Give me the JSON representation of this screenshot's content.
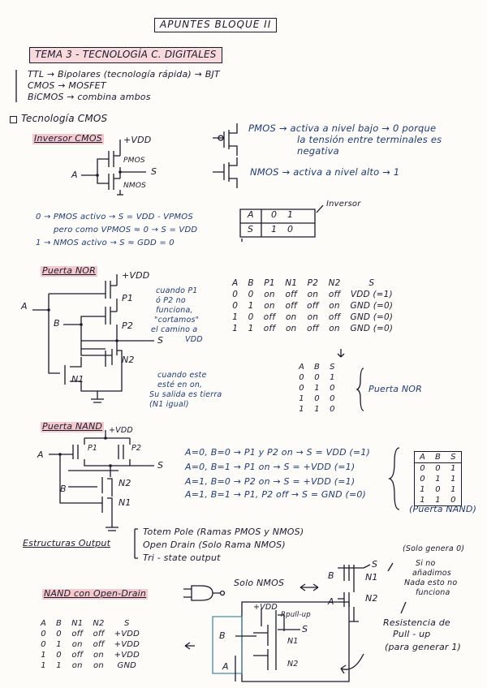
{
  "title": "APUNTES BLOQUE II",
  "tema": "TEMA 3 - TECNOLOGÍA C. DIGITALES",
  "families": [
    "TTL → Bipolares (tecnología rápida) → BJT",
    "CMOS → MOSFET",
    "BiCMOS → combina ambos"
  ],
  "tec_cmos": "Tecnología CMOS",
  "inversor": {
    "heading": "Inversor CMOS",
    "vdd": "+VDD",
    "pmos": "PMOS",
    "nmos": "NMOS",
    "in": "A",
    "out": "S",
    "pmos_desc": [
      "PMOS → activa a nivel bajo → 0 porque",
      "la tensión entre terminales es",
      "negativa"
    ],
    "nmos_desc": "NMOS → activa a nivel alto → 1",
    "notes": [
      "0 → PMOS activo → S = VDD - VPMOS",
      "pero como VPMOS ≈ 0 → S = VDD",
      "1 → NMOS activo → S ≈ GDD = 0"
    ],
    "table_label": "Inversor",
    "table": [
      [
        "A",
        "0",
        "1"
      ],
      [
        "S",
        "1",
        "0"
      ]
    ]
  },
  "nor": {
    "heading": "Puerta NOR",
    "vdd": "+VDD",
    "labels": {
      "a": "A",
      "b": "B",
      "s": "S",
      "p1": "P1",
      "p2": "P2",
      "n1": "N1",
      "n2": "N2"
    },
    "note1": [
      "cuando P1",
      "ó P2 no",
      "funciona,",
      "\"cortamos\"",
      "el camino a",
      "VDD"
    ],
    "note2": [
      "cuando este",
      "esté en on,",
      "Su salida es tierra",
      "(N1 igual)"
    ],
    "header": [
      "A",
      "B",
      "P1",
      "N1",
      "P2",
      "N2",
      "S"
    ],
    "rows": [
      [
        "0",
        "0",
        "on",
        "off",
        "on",
        "off",
        "VDD (=1)"
      ],
      [
        "0",
        "1",
        "on",
        "off",
        "off",
        "on",
        "GND (=0)"
      ],
      [
        "1",
        "0",
        "off",
        "on",
        "on",
        "off",
        "GND (=0)"
      ],
      [
        "1",
        "1",
        "off",
        "on",
        "off",
        "on",
        "GND (=0)"
      ]
    ],
    "truth_header": [
      "A",
      "B",
      "S"
    ],
    "truth": [
      [
        "0",
        "0",
        "1"
      ],
      [
        "0",
        "1",
        "0"
      ],
      [
        "1",
        "0",
        "0"
      ],
      [
        "1",
        "1",
        "0"
      ]
    ],
    "truth_label": "Puerta NOR"
  },
  "nand": {
    "heading": "Puerta NAND",
    "vdd": "+VDD",
    "labels": {
      "a": "A",
      "b": "B",
      "s": "S",
      "p1": "P1",
      "p2": "P2",
      "n1": "N1",
      "n2": "N2"
    },
    "cases": [
      "A=0, B=0 → P1 y P2 on → S = VDD (=1)",
      "A=0, B=1 → P1 on → S = +VDD (=1)",
      "A=1, B=0 → P2 on → S = +VDD (=1)",
      "A=1, B=1 → P1, P2 off → S = GND (=0)"
    ],
    "truth_header": [
      "A",
      "B",
      "S"
    ],
    "truth": [
      [
        "0",
        "0",
        "1"
      ],
      [
        "0",
        "1",
        "1"
      ],
      [
        "1",
        "0",
        "1"
      ],
      [
        "1",
        "1",
        "0"
      ]
    ],
    "truth_label": "(Puerta NAND)"
  },
  "output": {
    "heading": "Estructuras Output",
    "items": [
      "Totem Pole (Ramas PMOS y NMOS)",
      "Open Drain (Solo Rama NMOS)",
      "Tri - state output"
    ]
  },
  "od": {
    "heading": "NAND con Open-Drain",
    "solo_nmos": "Solo NMOS",
    "labels": {
      "b": "B",
      "a": "A",
      "s": "S",
      "n1": "N1",
      "n2": "N2",
      "vdd": "+VDD",
      "rpull": "Rpull-up"
    },
    "note_top": "(Solo genera 0)",
    "note_mid": [
      "Si no",
      "añadimos",
      "Nada esto no",
      "funciona"
    ],
    "note_res": [
      "Resistencia de",
      "Pull - up",
      "(para generar 1)"
    ],
    "header": [
      "A",
      "B",
      "N1",
      "N2",
      "S"
    ],
    "rows": [
      [
        "0",
        "0",
        "off",
        "off",
        "+VDD"
      ],
      [
        "0",
        "1",
        "on",
        "off",
        "+VDD"
      ],
      [
        "1",
        "0",
        "off",
        "on",
        "+VDD"
      ],
      [
        "1",
        "1",
        "on",
        "on",
        "GND"
      ]
    ]
  }
}
